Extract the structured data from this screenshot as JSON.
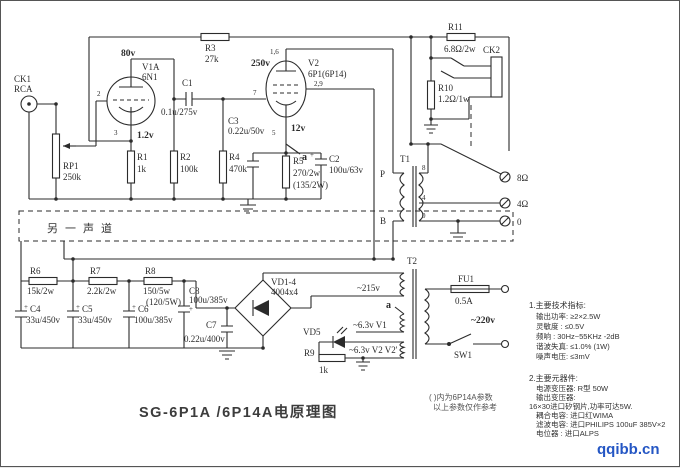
{
  "colors": {
    "ink": "#2b2b2b",
    "title_text": "#3c3c3c",
    "watermark": "#2456c4"
  },
  "title": "SG-6P1A /6P14A电原理图",
  "watermark": "qqibb.cn",
  "notes": {
    "line1": "( )内为6P14A参数",
    "line2": "以上参数仅作参考"
  },
  "other_channel": "另一声道",
  "t": {
    "ck1": "CK1",
    "ck1_type": "RCA",
    "pin2": "2",
    "pin3": "3",
    "pin5": "5",
    "pin7": "7",
    "pin16": "1,6",
    "pin29": "2,9",
    "v1a": "V1A",
    "v1a_type": "6N1",
    "v80": "80v",
    "v1_2": "1.2v",
    "rp1": "RP1",
    "rp1_v": "250k",
    "r1": "R1",
    "r1_v": "1k",
    "r2": "R2",
    "r2_v": "100k",
    "r3": "R3",
    "r3_v": "27k",
    "c1": "C1",
    "c1_v": "0.1u/275v",
    "v250": "250v",
    "v2": "V2",
    "v2_type": "6P1(6P14)",
    "v12": "12v",
    "node_a": "a",
    "c3": "C3",
    "c3_v": "0.22u/50v",
    "r4": "R4",
    "r4_v": "470k",
    "r5": "R5",
    "r5_v": "270/2w",
    "r5_alt": "(135/2W)",
    "c2": "C2",
    "c2_v": "100u/63v",
    "plus": "+",
    "t1": "T1",
    "p": "P",
    "b": "B",
    "tap8": "8",
    "tap4": "4",
    "tap0": "0",
    "out8": "8Ω",
    "out4": "4Ω",
    "out0": "0",
    "r11": "R11",
    "r11_v": "6.8Ω/2w",
    "ck2": "CK2",
    "r10": "R10",
    "r10_v": "1.2Ω/1w",
    "r6": "R6",
    "r6_v": "15k/2w",
    "r7": "R7",
    "r7_v": "2.2k/2w",
    "r8": "R8",
    "r8_v": "150/5w",
    "r8_alt": "(120/5W)",
    "c4": "C4",
    "c4_v": "33u/450v",
    "c5": "C5",
    "c5_v": "33u/450v",
    "c6": "C6",
    "c6_v": "100u/385v",
    "c8": "C8",
    "c8_v": "100u/385v",
    "c7": "C7",
    "c7_v": "0.22u/400v",
    "vd14": "VD1-4",
    "vd14_v": "4004x4",
    "v215": "~215v",
    "v63v1": "~6.3v  V1",
    "vd5": "VD5",
    "r9": "R9",
    "r9_v": "1k",
    "v63v2": "~6.3v V2 V2'",
    "t2": "T2",
    "fu1": "FU1",
    "fu1_v": "0.5A",
    "v220": "~220v",
    "sw1": "SW1"
  },
  "specs1": {
    "title": "1.主要技术指标:",
    "l1": "输出功率: ≥2×2.5W",
    "l2": "灵敏度  : ≤0.5V",
    "l3": "频响    : 30Hz~55KHz  -2dB",
    "l4": "谐波失真: ≤1.0% (1W)",
    "l5": "噪声电压: ≤3mV"
  },
  "specs2": {
    "title": "2.主要元器件:",
    "l1": "电源变压器: R型 50W",
    "l2": "输出变压器:",
    "l3": "16×30进口矽钢片,功率可达5W.",
    "l4": "耦合电容:   进口红WIMA",
    "l5": "滤波电容:   进口PHILIPS 100uF 385V×2",
    "l6": "电位器  :   进口ALPS"
  }
}
